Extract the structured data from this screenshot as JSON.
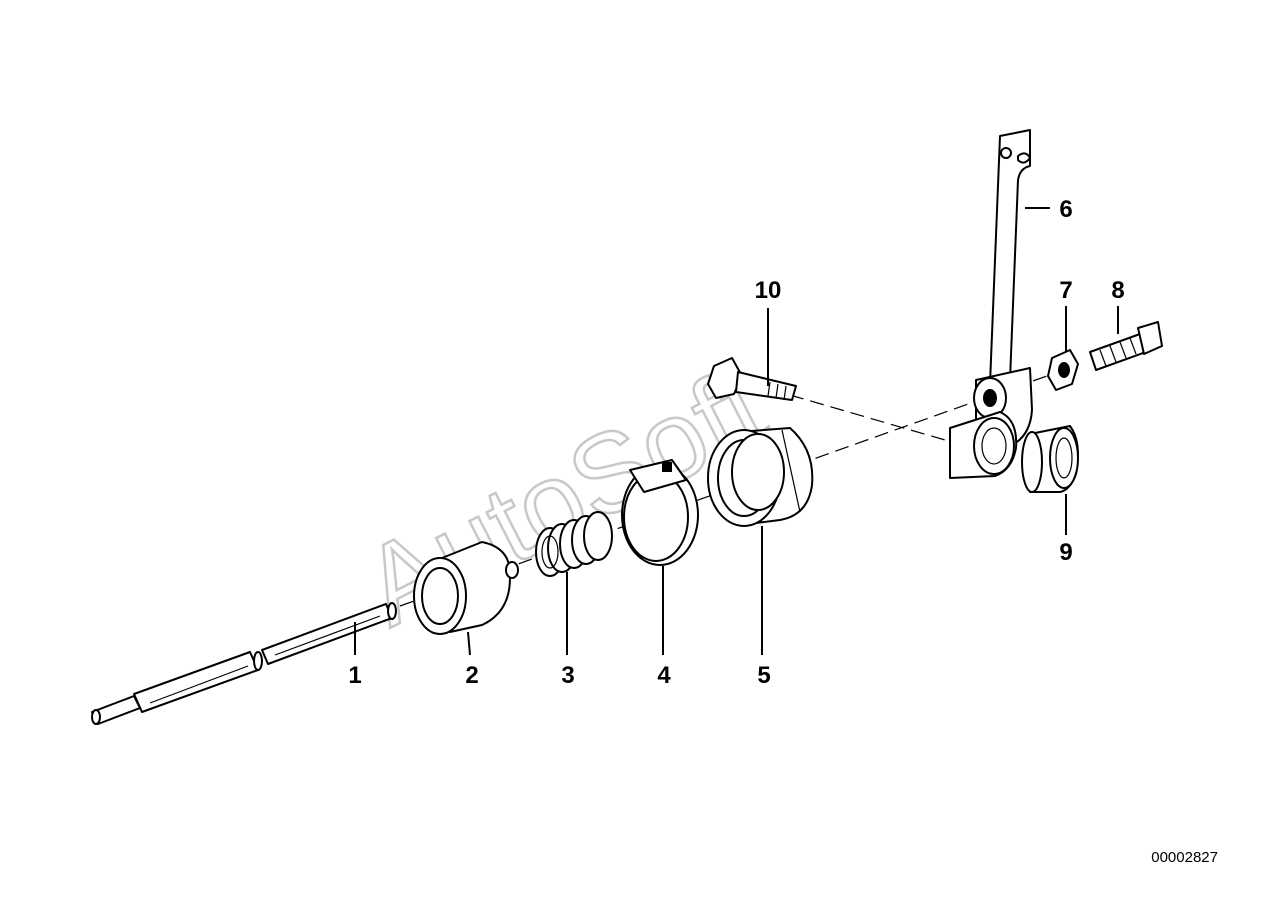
{
  "diagram": {
    "watermark": "AutoSoft",
    "document_number": "00002827",
    "callouts": [
      {
        "id": "1",
        "label": "1"
      },
      {
        "id": "2",
        "label": "2"
      },
      {
        "id": "3",
        "label": "3"
      },
      {
        "id": "4",
        "label": "4"
      },
      {
        "id": "5",
        "label": "5"
      },
      {
        "id": "6",
        "label": "6"
      },
      {
        "id": "7",
        "label": "7"
      },
      {
        "id": "8",
        "label": "8"
      },
      {
        "id": "9",
        "label": "9"
      },
      {
        "id": "10",
        "label": "10"
      }
    ]
  }
}
